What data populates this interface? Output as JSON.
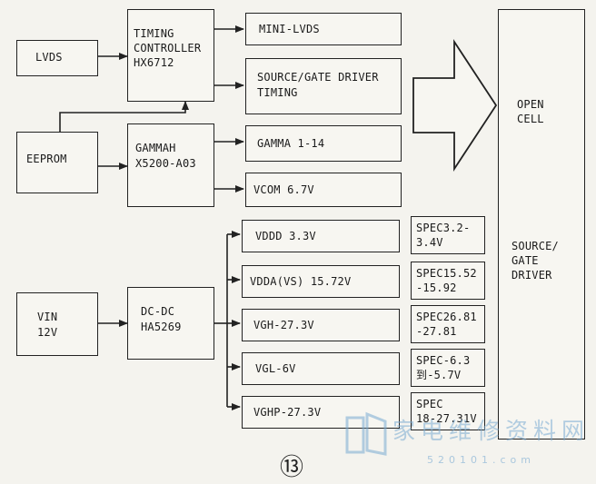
{
  "blocks": {
    "lvds": "LVDS",
    "timing_controller": "TIMING\nCONTROLLER\nHX6712",
    "mini_lvds": "MINI-LVDS",
    "source_gate_timing": "SOURCE/GATE DRIVER\nTIMING",
    "eeprom": "EEPROM",
    "gamma_ic": "GAMMAH\nX5200-A03",
    "gamma_out": "GAMMA 1-14",
    "vcom": "VCOM 6.7V",
    "vin": "VIN\n12V",
    "dcdc": "DC-DC\nHA5269",
    "vddd": "VDDD 3.3V",
    "vdda": "VDDA(VS) 15.72V",
    "vgh": "VGH-27.3V",
    "vgl": "VGL-6V",
    "vghp": "VGHP-27.3V",
    "spec_vddd": "SPEC3.2-\n3.4V",
    "spec_vdda": "SPEC15.52\n-15.92",
    "spec_vgh": "SPEC26.81\n-27.81",
    "spec_vgl": "SPEC-6.3\n到-5.7V",
    "spec_vghp": "SPEC\n18-27.31V",
    "open_cell": "OPEN\nCELL",
    "source_gate_driver": "SOURCE/\nGATE\nDRIVER"
  },
  "figure_number": "⑬",
  "watermark": {
    "text": "家电维修资料网",
    "url": "520101.com"
  },
  "colors": {
    "line": "#222222",
    "watermark": "#78aad2"
  }
}
